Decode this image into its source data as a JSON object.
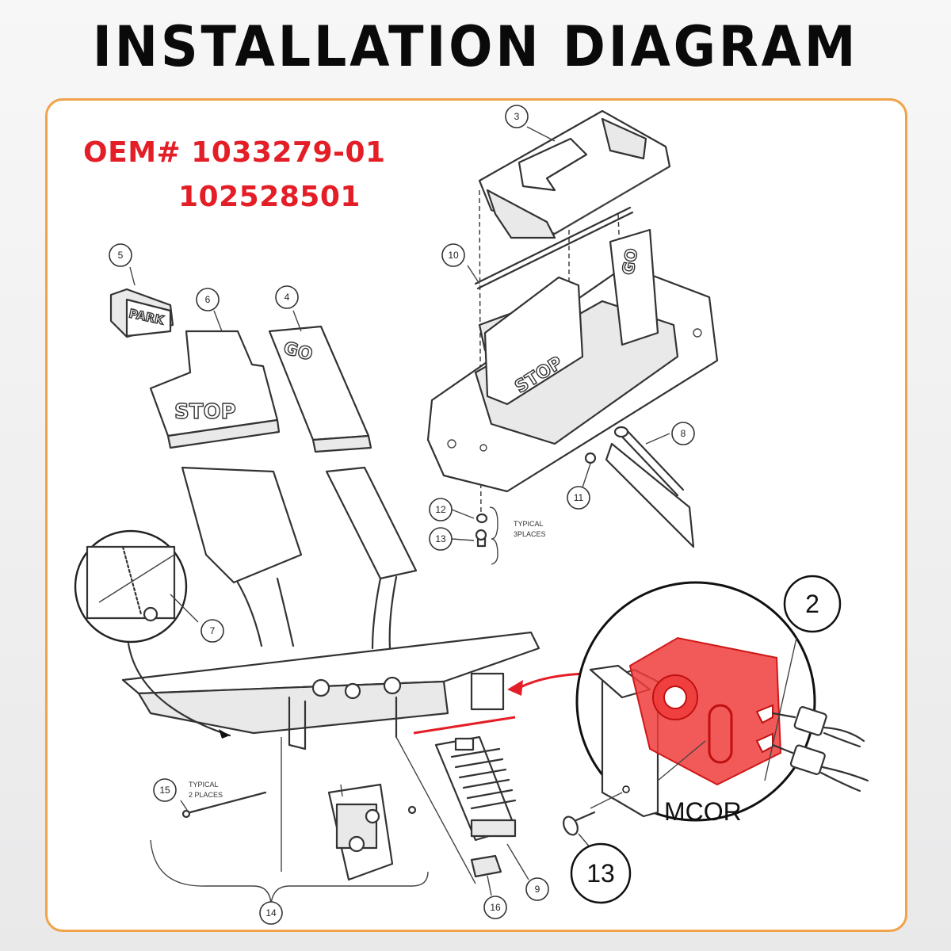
{
  "title": "INSTALLATION DIAGRAM",
  "oem": {
    "line1": "OEM# 1033279-01",
    "line2": "102528501"
  },
  "parts": {
    "park_label": "PARK",
    "stop_label": "STOP",
    "go_label": "GO",
    "mcor_label": "MCOR"
  },
  "notes": {
    "typical_3_line1": "TYPICAL",
    "typical_3_line2": "3PLACES",
    "typical_2_line1": "TYPICAL",
    "typical_2_line2": "2 PLACES"
  },
  "callouts": {
    "c2": "2",
    "c3": "3",
    "c4": "4",
    "c5": "5",
    "c6": "6",
    "c7": "7",
    "c8": "8",
    "c9": "9",
    "c10": "10",
    "c11": "11",
    "c12": "12",
    "c13": "13",
    "c14": "14",
    "c15": "15",
    "c16": "16",
    "c13_big": "13"
  },
  "colors": {
    "accent_red": "#e41e26",
    "frame_orange": "#f0a34a",
    "highlight_red": "#f03c3c"
  }
}
